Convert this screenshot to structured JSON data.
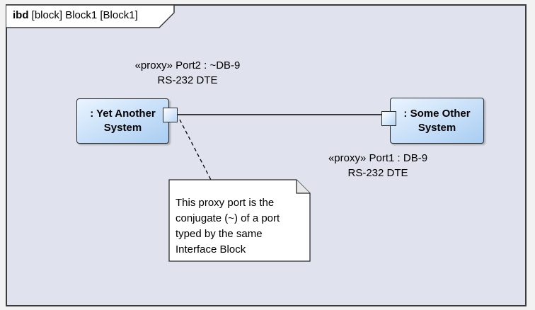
{
  "frame": {
    "kind": "ibd",
    "header": "[block] Block1 [Block1]"
  },
  "blocks": [
    {
      "line1": ": Yet Another",
      "line2": "System"
    },
    {
      "line1": ": Some Other",
      "line2": "System"
    }
  ],
  "ports": {
    "port2": {
      "line1": "«proxy» Port2 : ~DB-9",
      "line2": "RS-232 DTE"
    },
    "port1": {
      "line1": "«proxy» Port1 : DB-9",
      "line2": "RS-232 DTE"
    }
  },
  "note": {
    "text": "This proxy port is the conjugate (~) of a port typed by the same Interface Block"
  },
  "colors": {
    "frame_fill": "#e0e3ee",
    "block_fill_light": "#eaf4ff",
    "block_fill_dark": "#a9cdf2",
    "note_fill": "#ffffff"
  }
}
